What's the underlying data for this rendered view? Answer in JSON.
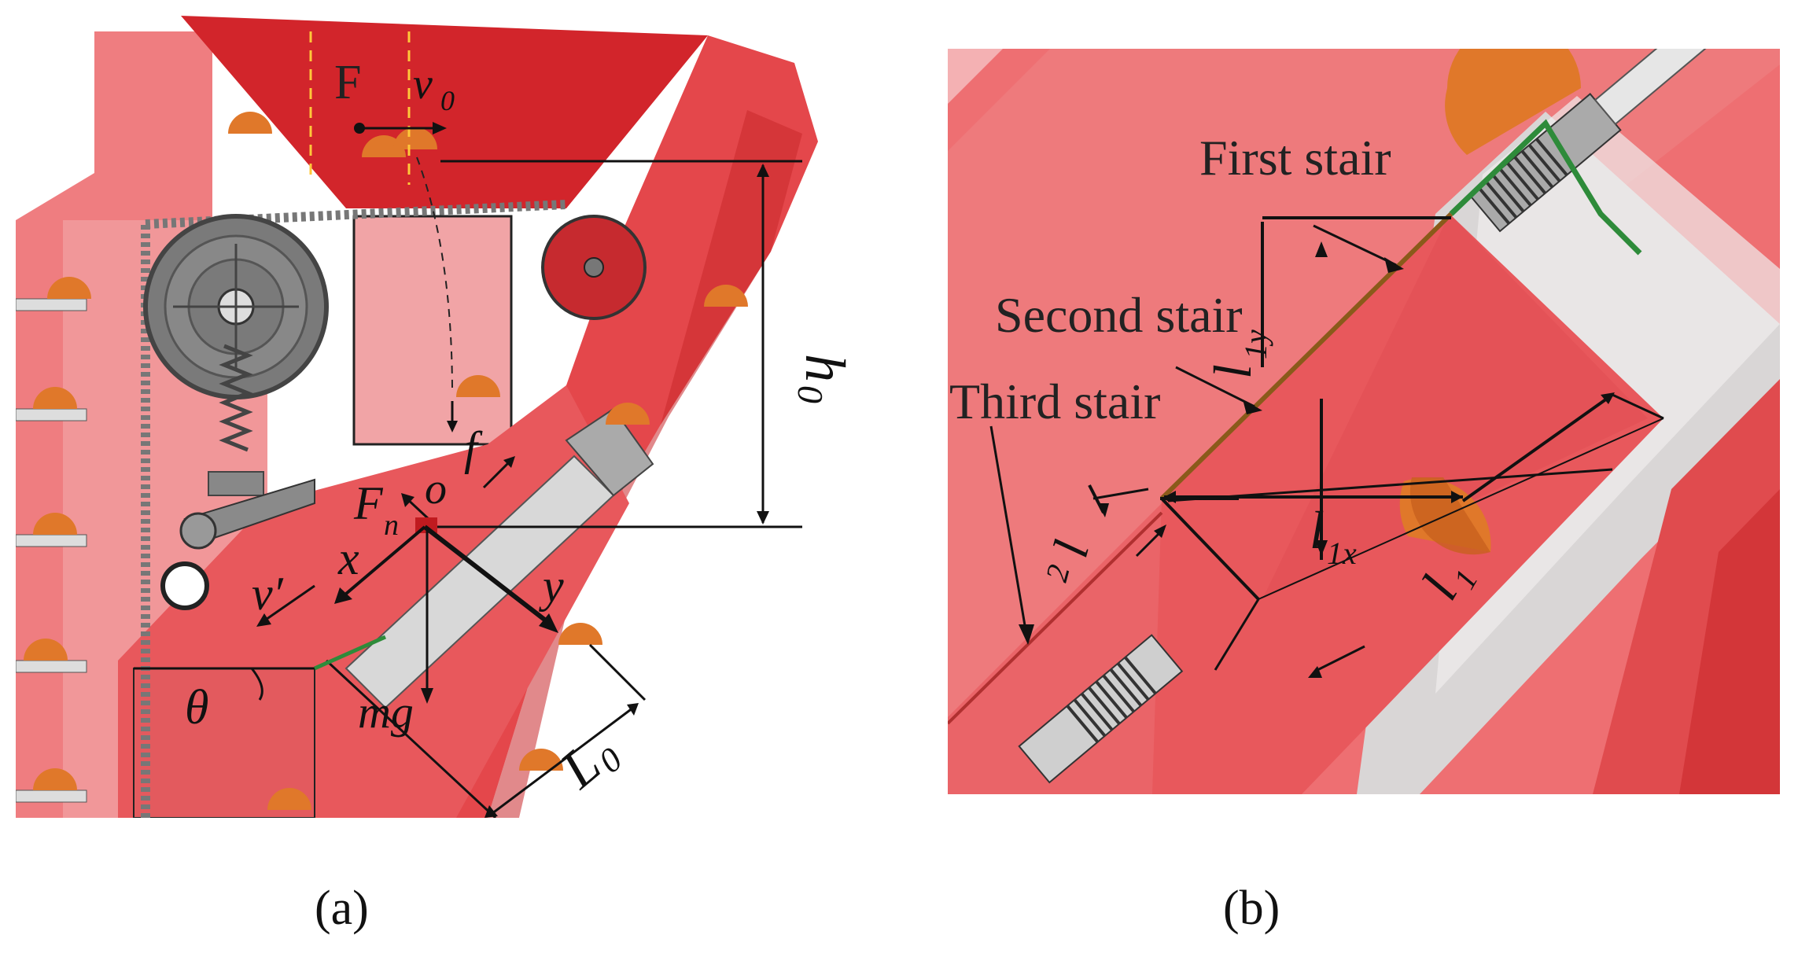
{
  "panel_a": {
    "caption": "(a)",
    "labels": {
      "F": "F",
      "v0": "v",
      "v0_sub": "0",
      "h0": "h",
      "h0_sub": "0",
      "f": "f",
      "o": "o",
      "Fn": "F",
      "Fn_sub": "n",
      "x": "x",
      "y": "y",
      "v_prime": "v′",
      "theta": "θ",
      "mg": "mg",
      "L0": "L",
      "L0_sub": "0"
    }
  },
  "panel_b": {
    "caption": "(b)",
    "labels": {
      "first_stair": "First stair",
      "second_stair": "Second stair",
      "third_stair": "Third stair",
      "l1y": "l",
      "l1y_sub": "1y",
      "l1x": "l",
      "l1x_sub": "1x",
      "l1": "l",
      "l1_sub": "1",
      "l2": "l",
      "l2_sub": "2"
    }
  },
  "colors": {
    "housing_red": "#e0484b",
    "light_red": "#f08a8c",
    "pale_red": "#f4b1b3",
    "deep_red": "#cc1a1f",
    "seed_orange": "#e0782a",
    "gear_gray": "#6e6e6e",
    "stair_green": "#2e8b3a",
    "dash_yellow": "#ffc83a"
  }
}
